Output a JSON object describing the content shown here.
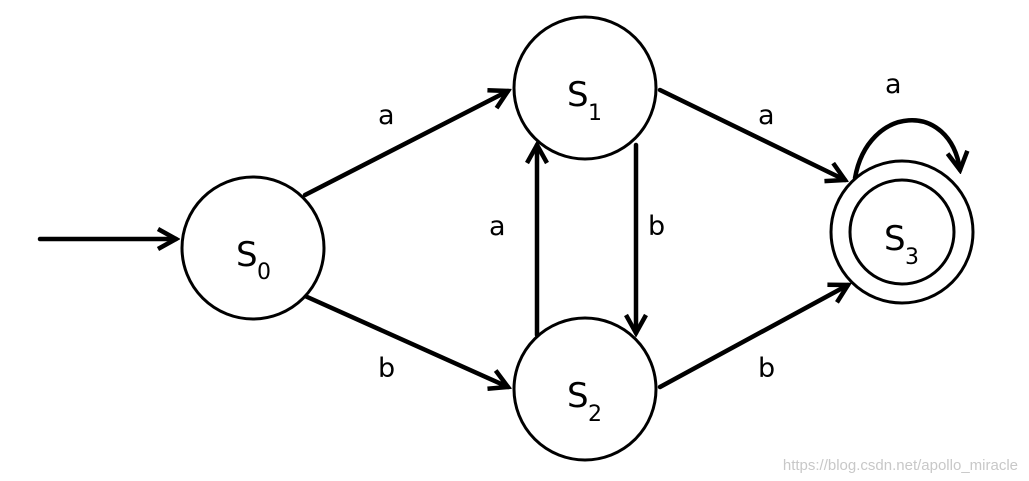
{
  "states": [
    {
      "id": "s0",
      "name": "S",
      "sub": "0"
    },
    {
      "id": "s1",
      "name": "S",
      "sub": "1"
    },
    {
      "id": "s2",
      "name": "S",
      "sub": "2"
    },
    {
      "id": "s3",
      "name": "S",
      "sub": "3"
    }
  ],
  "transitions": [
    {
      "id": "s0-s1",
      "label": "a"
    },
    {
      "id": "s0-s2",
      "label": "b"
    },
    {
      "id": "s2-s1",
      "label": "a"
    },
    {
      "id": "s1-s2",
      "label": "b"
    },
    {
      "id": "s1-s3",
      "label": "a"
    },
    {
      "id": "s2-s3",
      "label": "b"
    },
    {
      "id": "s3-s3",
      "label": "a"
    }
  ],
  "watermark": "https://blog.csdn.net/apollo_miracle"
}
